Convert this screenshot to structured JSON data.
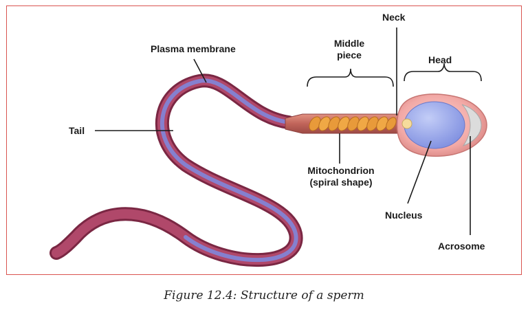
{
  "labels": {
    "plasma_membrane": "Plasma membrane",
    "tail": "Tail",
    "middle_piece_line1": "Middle",
    "middle_piece_line2": "piece",
    "neck": "Neck",
    "head": "Head",
    "mitochondrion_line1": "Mitochondrion",
    "mitochondrion_line2": "(spiral shape)",
    "nucleus": "Nucleus",
    "acrosome": "Acrosome"
  },
  "caption": "Figure 12.4: Structure of a sperm",
  "colors": {
    "frame_border": "#d9534f",
    "tail_outer": "#8e2f4f",
    "tail_inner": "#7d79c9",
    "midpiece": "#c46a5a",
    "mitochondria": "#e89a3a",
    "head_fill": "#f4b6b3",
    "nucleus": "#9aa8e8",
    "acrosome": "#d9d9d9"
  }
}
